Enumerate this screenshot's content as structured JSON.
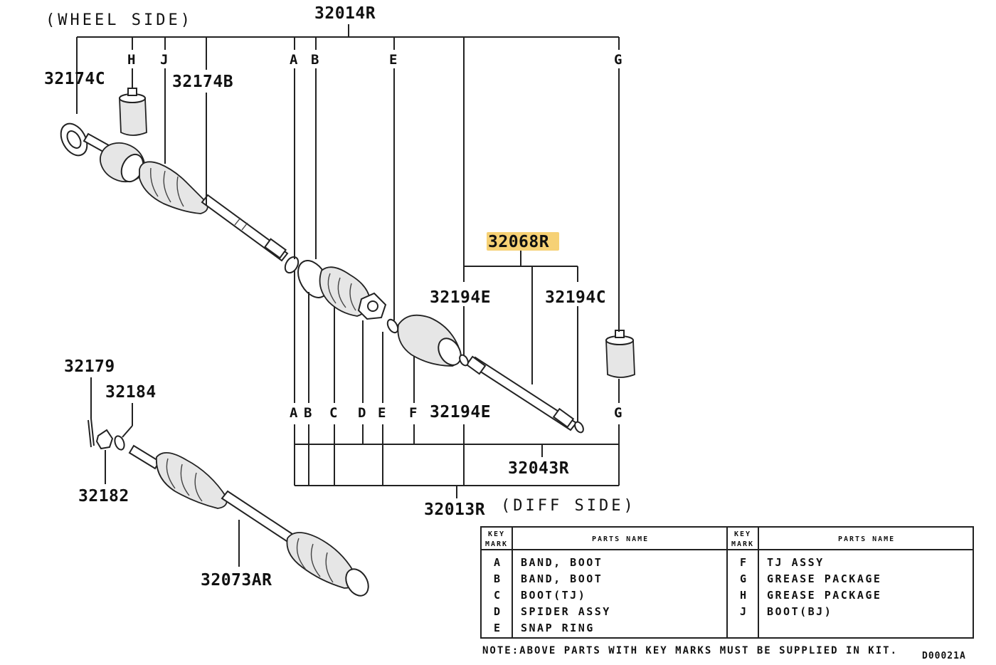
{
  "sides": {
    "wheel": "(WHEEL SIDE)",
    "diff": "(DIFF SIDE)"
  },
  "parts": {
    "p32014R": "32014R",
    "p32174C": "32174C",
    "p32174B": "32174B",
    "p32068R": "32068R",
    "p32194E_top": "32194E",
    "p32194C": "32194C",
    "p32194E_bot": "32194E",
    "p32179": "32179",
    "p32184": "32184",
    "p32182": "32182",
    "p32043R": "32043R",
    "p32013R": "32013R",
    "p32073AR": "32073AR"
  },
  "highlight": {
    "part": "32068R",
    "color": "#f4c95d"
  },
  "top_key_letters": [
    "H",
    "J",
    "A",
    "B",
    "E",
    "G"
  ],
  "bottom_key_letters": [
    "A",
    "B",
    "C",
    "D",
    "E",
    "F",
    "G"
  ],
  "table": {
    "header_key_line1": "KEY",
    "header_key_line2": "MARK",
    "header_name": "PARTS NAME",
    "left_rows": [
      {
        "key": "A",
        "name": "BAND, BOOT"
      },
      {
        "key": "B",
        "name": "BAND, BOOT"
      },
      {
        "key": "C",
        "name": "BOOT(TJ)"
      },
      {
        "key": "D",
        "name": "SPIDER ASSY"
      },
      {
        "key": "E",
        "name": "SNAP RING"
      }
    ],
    "right_rows": [
      {
        "key": "F",
        "name": "TJ ASSY"
      },
      {
        "key": "G",
        "name": "GREASE PACKAGE"
      },
      {
        "key": "H",
        "name": "GREASE PACKAGE"
      },
      {
        "key": "J",
        "name": "BOOT(BJ)"
      }
    ]
  },
  "note": "NOTE:ABOVE PARTS WITH KEY MARKS MUST BE SUPPLIED IN KIT.",
  "diagram_code": "D00021A"
}
